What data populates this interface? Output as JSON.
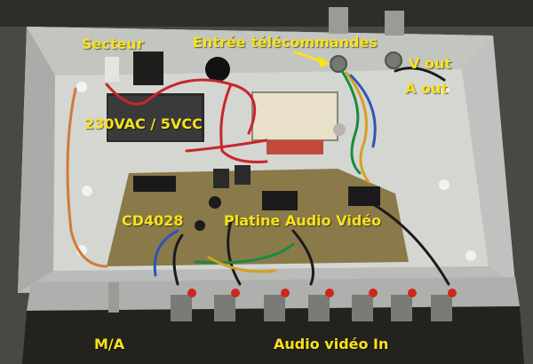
{
  "labels": {
    "secteur": "Secteur",
    "entree": "Entrée télécommandes",
    "v_out": "V out",
    "a_out": "A out",
    "psu": "230VAC / 5VCC",
    "cd4028": "CD4028",
    "platine": "Platine Audio Vidéo",
    "ma": "M/A",
    "audio_in": "Audio vidéo In"
  },
  "colors": {
    "label": "#f7e21b",
    "enclosure": "#c9ccc8",
    "pcb": "#8a7a4a",
    "wire_red": "#c8262a",
    "background": "#3b3a36"
  }
}
